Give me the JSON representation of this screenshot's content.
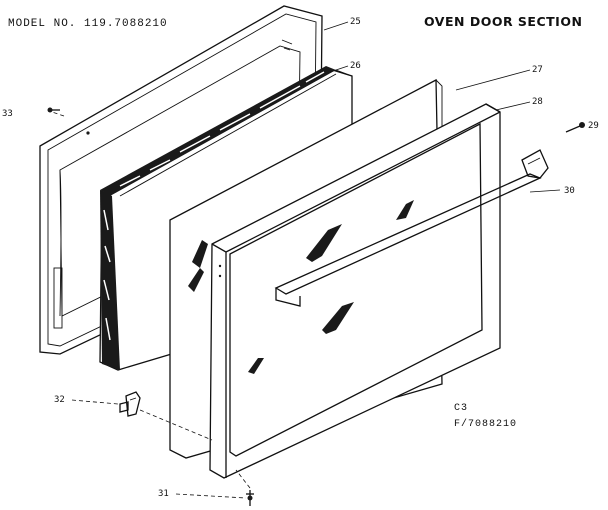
{
  "header": {
    "model_number": "MODEL NO. 119.7088210",
    "section_title": "OVEN DOOR SECTION"
  },
  "callouts": [
    "25",
    "26",
    "27",
    "28",
    "29",
    "30",
    "31",
    "32",
    "33"
  ],
  "footer_codes": [
    "C3",
    "F/7088210"
  ]
}
